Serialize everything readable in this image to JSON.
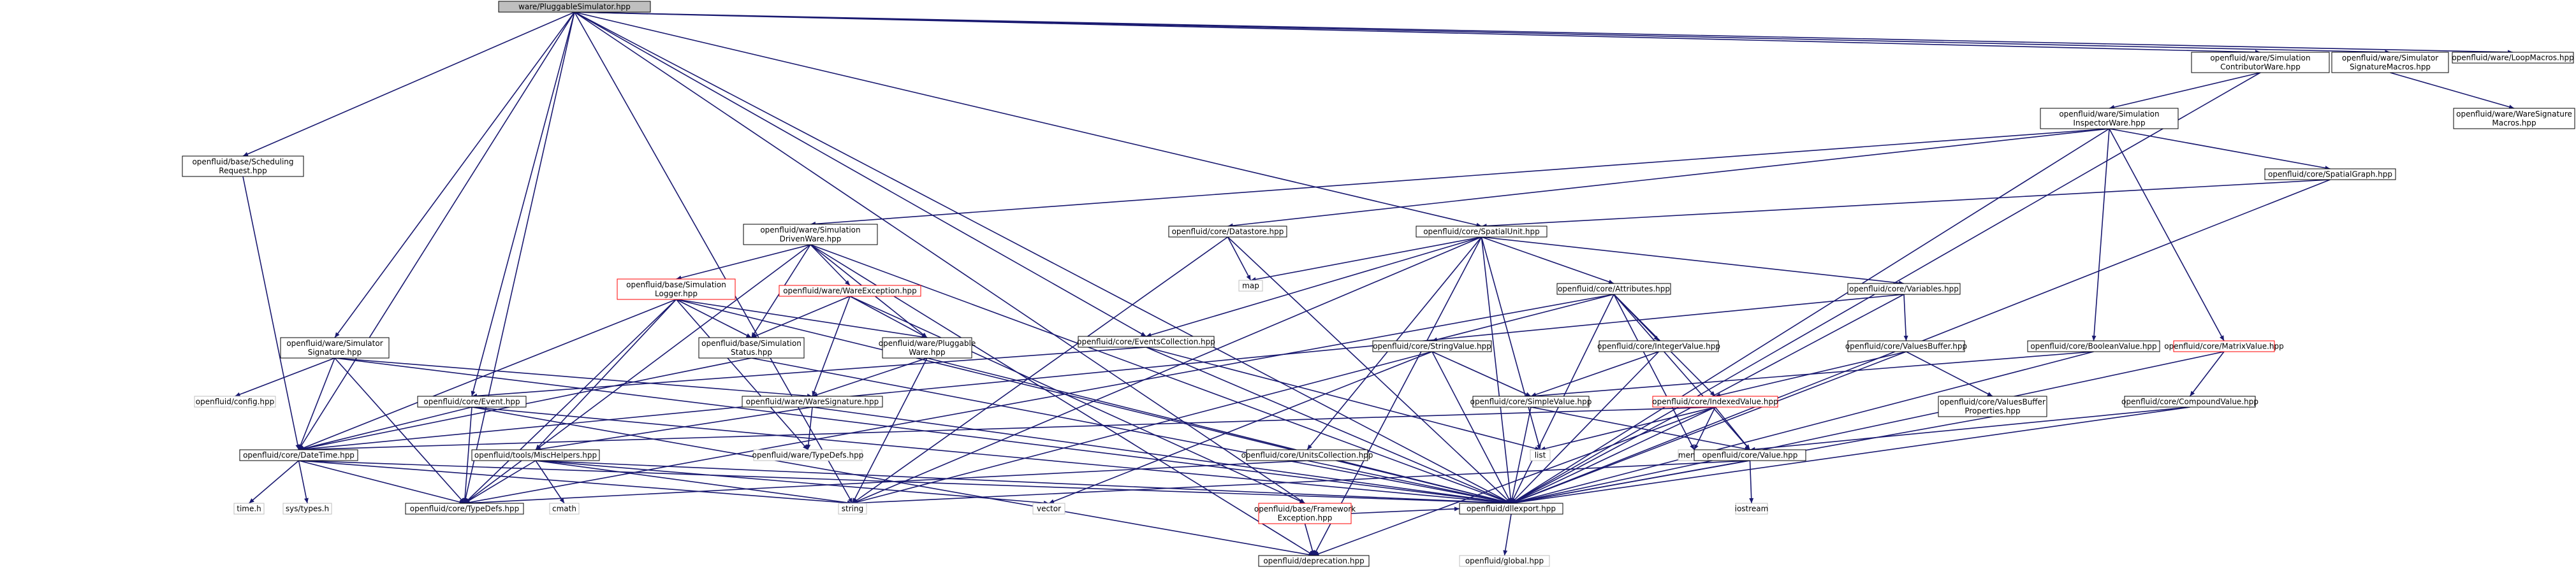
{
  "colors": {
    "edge": "#191970",
    "node_border": "#000000",
    "missing_border": "#bfbfbf",
    "truncated_border": "#ff0000",
    "root_fill": "#bfbfbf"
  },
  "nodes": {
    "root": {
      "lines": [
        "ware/PluggableSimulator.hpp"
      ],
      "style": "root"
    },
    "contributor": {
      "lines": [
        "openfluid/ware/Simulation",
        "ContributorWare.hpp"
      ]
    },
    "sigmacros": {
      "lines": [
        "openfluid/ware/Simulator",
        "SignatureMacros.hpp"
      ]
    },
    "loopmacros": {
      "lines": [
        "openfluid/ware/LoopMacros.hpp"
      ]
    },
    "waresigmacros": {
      "lines": [
        "openfluid/ware/WareSignature",
        "Macros.hpp"
      ]
    },
    "inspector": {
      "lines": [
        "openfluid/ware/Simulation",
        "InspectorWare.hpp"
      ]
    },
    "spatialgraph": {
      "lines": [
        "openfluid/core/SpatialGraph.hpp"
      ]
    },
    "scheduling": {
      "lines": [
        "openfluid/base/Scheduling",
        "Request.hpp"
      ]
    },
    "drivenware": {
      "lines": [
        "openfluid/ware/Simulation",
        "DrivenWare.hpp"
      ]
    },
    "datastore": {
      "lines": [
        "openfluid/core/Datastore.hpp"
      ]
    },
    "spatialunit": {
      "lines": [
        "openfluid/core/SpatialUnit.hpp"
      ]
    },
    "map": {
      "lines": [
        "map"
      ],
      "style": "gray"
    },
    "simlogger": {
      "lines": [
        "openfluid/base/Simulation",
        "Logger.hpp"
      ],
      "style": "red"
    },
    "wareexception": {
      "lines": [
        "openfluid/ware/WareException.hpp"
      ],
      "style": "red"
    },
    "attributes": {
      "lines": [
        "openfluid/core/Attributes.hpp"
      ]
    },
    "variables": {
      "lines": [
        "openfluid/core/Variables.hpp"
      ]
    },
    "simsignature": {
      "lines": [
        "openfluid/ware/Simulator",
        "Signature.hpp"
      ]
    },
    "simstatus": {
      "lines": [
        "openfluid/base/Simulation",
        "Status.hpp"
      ]
    },
    "pluggableware": {
      "lines": [
        "openfluid/ware/Pluggable",
        "Ware.hpp"
      ]
    },
    "eventscoll": {
      "lines": [
        "openfluid/core/EventsCollection.hpp"
      ]
    },
    "stringvalue": {
      "lines": [
        "openfluid/core/StringValue.hpp"
      ]
    },
    "integervalue": {
      "lines": [
        "openfluid/core/IntegerValue.hpp"
      ]
    },
    "valuesbuffer": {
      "lines": [
        "openfluid/core/ValuesBuffer.hpp"
      ]
    },
    "booleanvalue": {
      "lines": [
        "openfluid/core/BooleanValue.hpp"
      ]
    },
    "matrixvalue": {
      "lines": [
        "openfluid/core/MatrixValue.hpp"
      ],
      "style": "red"
    },
    "config": {
      "lines": [
        "openfluid/config.hpp"
      ],
      "style": "gray"
    },
    "event": {
      "lines": [
        "openfluid/core/Event.hpp"
      ]
    },
    "waresignature": {
      "lines": [
        "openfluid/ware/WareSignature.hpp"
      ]
    },
    "simplevalue": {
      "lines": [
        "openfluid/core/SimpleValue.hpp"
      ]
    },
    "indexedvalue": {
      "lines": [
        "openfluid/core/IndexedValue.hpp"
      ],
      "style": "red"
    },
    "vbprops": {
      "lines": [
        "openfluid/core/ValuesBuffer",
        "Properties.hpp"
      ]
    },
    "compoundvalue": {
      "lines": [
        "openfluid/core/CompoundValue.hpp"
      ]
    },
    "waretypedefs": {
      "lines": [
        "openfluid/ware/TypeDefs.hpp"
      ],
      "style": "gray"
    },
    "datetime": {
      "lines": [
        "openfluid/core/DateTime.hpp"
      ]
    },
    "mischelpers": {
      "lines": [
        "openfluid/tools/MiscHelpers.hpp"
      ]
    },
    "unitscoll": {
      "lines": [
        "openfluid/core/UnitsCollection.hpp"
      ]
    },
    "list": {
      "lines": [
        "list"
      ],
      "style": "gray"
    },
    "memory": {
      "lines": [
        "memory"
      ],
      "style": "gray"
    },
    "value": {
      "lines": [
        "openfluid/core/Value.hpp"
      ]
    },
    "timeh": {
      "lines": [
        "time.h"
      ],
      "style": "gray"
    },
    "systypes": {
      "lines": [
        "sys/types.h"
      ],
      "style": "gray"
    },
    "coretypedefs": {
      "lines": [
        "openfluid/core/TypeDefs.hpp"
      ]
    },
    "cmath": {
      "lines": [
        "cmath"
      ],
      "style": "gray"
    },
    "string": {
      "lines": [
        "string"
      ],
      "style": "gray"
    },
    "vector": {
      "lines": [
        "vector"
      ],
      "style": "gray"
    },
    "frameworkexc": {
      "lines": [
        "openfluid/base/Framework",
        "Exception.hpp"
      ],
      "style": "red"
    },
    "dllexport": {
      "lines": [
        "openfluid/dllexport.hpp"
      ]
    },
    "iostream": {
      "lines": [
        "iostream"
      ],
      "style": "gray"
    },
    "deprecation": {
      "lines": [
        "openfluid/deprecation.hpp"
      ]
    },
    "global": {
      "lines": [
        "openfluid/global.hpp"
      ],
      "style": "gray"
    }
  },
  "edges": [
    [
      "root",
      "contributor"
    ],
    [
      "root",
      "sigmacros"
    ],
    [
      "root",
      "loopmacros"
    ],
    [
      "root",
      "scheduling"
    ],
    [
      "root",
      "spatialunit"
    ],
    [
      "root",
      "eventscoll"
    ],
    [
      "root",
      "simsignature"
    ],
    [
      "root",
      "event"
    ],
    [
      "root",
      "datetime"
    ],
    [
      "root",
      "coretypedefs"
    ],
    [
      "root",
      "dllexport"
    ],
    [
      "root",
      "string"
    ],
    [
      "root",
      "frameworkexc"
    ],
    [
      "contributor",
      "inspector"
    ],
    [
      "contributor",
      "dllexport"
    ],
    [
      "sigmacros",
      "waresigmacros"
    ],
    [
      "inspector",
      "spatialgraph"
    ],
    [
      "inspector",
      "drivenware"
    ],
    [
      "inspector",
      "datastore"
    ],
    [
      "inspector",
      "booleanvalue"
    ],
    [
      "inspector",
      "matrixvalue"
    ],
    [
      "inspector",
      "dllexport"
    ],
    [
      "spatialgraph",
      "spatialunit"
    ],
    [
      "spatialgraph",
      "dllexport"
    ],
    [
      "scheduling",
      "datetime"
    ],
    [
      "drivenware",
      "simlogger"
    ],
    [
      "drivenware",
      "wareexception"
    ],
    [
      "drivenware",
      "simstatus"
    ],
    [
      "drivenware",
      "pluggableware"
    ],
    [
      "drivenware",
      "deprecation"
    ],
    [
      "drivenware",
      "dllexport"
    ],
    [
      "drivenware",
      "coretypedefs"
    ],
    [
      "datastore",
      "map"
    ],
    [
      "datastore",
      "string"
    ],
    [
      "datastore",
      "dllexport"
    ],
    [
      "spatialunit",
      "map"
    ],
    [
      "spatialunit",
      "attributes"
    ],
    [
      "spatialunit",
      "variables"
    ],
    [
      "spatialunit",
      "eventscoll"
    ],
    [
      "spatialunit",
      "unitscoll"
    ],
    [
      "spatialunit",
      "dllexport"
    ],
    [
      "spatialunit",
      "deprecation"
    ],
    [
      "spatialunit",
      "string"
    ],
    [
      "spatialunit",
      "list"
    ],
    [
      "simlogger",
      "simstatus"
    ],
    [
      "simlogger",
      "pluggableware"
    ],
    [
      "simlogger",
      "datetime"
    ],
    [
      "simlogger",
      "mischelpers"
    ],
    [
      "simlogger",
      "dllexport"
    ],
    [
      "simlogger",
      "coretypedefs"
    ],
    [
      "simlogger",
      "waretypedefs"
    ],
    [
      "wareexception",
      "simstatus"
    ],
    [
      "wareexception",
      "pluggableware"
    ],
    [
      "wareexception",
      "waresignature"
    ],
    [
      "wareexception",
      "frameworkexc"
    ],
    [
      "attributes",
      "stringvalue"
    ],
    [
      "attributes",
      "integervalue"
    ],
    [
      "attributes",
      "value"
    ],
    [
      "attributes",
      "memory"
    ],
    [
      "attributes",
      "dllexport"
    ],
    [
      "attributes",
      "indexedvalue"
    ],
    [
      "attributes",
      "coretypedefs"
    ],
    [
      "variables",
      "valuesbuffer"
    ],
    [
      "variables",
      "datetime"
    ],
    [
      "variables",
      "dllexport"
    ],
    [
      "simsignature",
      "config"
    ],
    [
      "simsignature",
      "waresignature"
    ],
    [
      "simsignature",
      "datetime"
    ],
    [
      "simsignature",
      "dllexport"
    ],
    [
      "simsignature",
      "coretypedefs"
    ],
    [
      "simstatus",
      "datetime"
    ],
    [
      "simstatus",
      "dllexport"
    ],
    [
      "pluggableware",
      "waresignature"
    ],
    [
      "pluggableware",
      "string"
    ],
    [
      "pluggableware",
      "dllexport"
    ],
    [
      "eventscoll",
      "event"
    ],
    [
      "eventscoll",
      "list"
    ],
    [
      "eventscoll",
      "dllexport"
    ],
    [
      "stringvalue",
      "simplevalue"
    ],
    [
      "stringvalue",
      "string"
    ],
    [
      "stringvalue",
      "vector"
    ],
    [
      "stringvalue",
      "dllexport"
    ],
    [
      "integervalue",
      "simplevalue"
    ],
    [
      "integervalue",
      "dllexport"
    ],
    [
      "valuesbuffer",
      "vbprops"
    ],
    [
      "valuesbuffer",
      "indexedvalue"
    ],
    [
      "valuesbuffer",
      "dllexport"
    ],
    [
      "booleanvalue",
      "simplevalue"
    ],
    [
      "booleanvalue",
      "dllexport"
    ],
    [
      "matrixvalue",
      "compoundvalue"
    ],
    [
      "matrixvalue",
      "dllexport"
    ],
    [
      "event",
      "datetime"
    ],
    [
      "event",
      "coretypedefs"
    ],
    [
      "event",
      "deprecation"
    ],
    [
      "event",
      "dllexport"
    ],
    [
      "waresignature",
      "waretypedefs"
    ],
    [
      "waresignature",
      "mischelpers"
    ],
    [
      "waresignature",
      "dllexport"
    ],
    [
      "simplevalue",
      "value"
    ],
    [
      "simplevalue",
      "dllexport"
    ],
    [
      "indexedvalue",
      "value"
    ],
    [
      "indexedvalue",
      "list"
    ],
    [
      "indexedvalue",
      "memory"
    ],
    [
      "indexedvalue",
      "datetime"
    ],
    [
      "indexedvalue",
      "dllexport"
    ],
    [
      "indexedvalue",
      "deprecation"
    ],
    [
      "vbprops",
      "dllexport"
    ],
    [
      "compoundvalue",
      "value"
    ],
    [
      "compoundvalue",
      "dllexport"
    ],
    [
      "datetime",
      "timeh"
    ],
    [
      "datetime",
      "systypes"
    ],
    [
      "datetime",
      "string"
    ],
    [
      "datetime",
      "dllexport"
    ],
    [
      "datetime",
      "coretypedefs"
    ],
    [
      "mischelpers",
      "cmath"
    ],
    [
      "mischelpers",
      "string"
    ],
    [
      "mischelpers",
      "vector"
    ],
    [
      "mischelpers",
      "coretypedefs"
    ],
    [
      "mischelpers",
      "dllexport"
    ],
    [
      "unitscoll",
      "dllexport"
    ],
    [
      "unitscoll",
      "coretypedefs"
    ],
    [
      "value",
      "iostream"
    ],
    [
      "value",
      "dllexport"
    ],
    [
      "value",
      "string"
    ],
    [
      "frameworkexc",
      "deprecation"
    ],
    [
      "frameworkexc",
      "dllexport"
    ],
    [
      "dllexport",
      "global"
    ]
  ]
}
